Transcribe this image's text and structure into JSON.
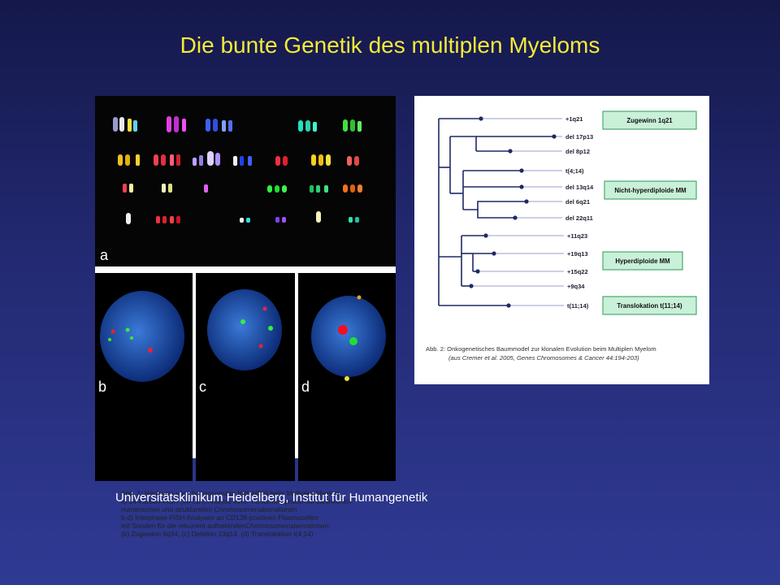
{
  "slide": {
    "title": "Die bunte Genetik des multiplen Myeloms",
    "footer": "Universitätsklinikum Heidelberg, Institut für Humangenetik"
  },
  "figure1": {
    "panel_labels": [
      "a",
      "b",
      "c",
      "d"
    ],
    "caption_lines": [
      "Abb. 1: Nachweis von chromosomaler Instabilität beim Multiplen Myelom:",
      "a) 24-Farben-FISH (MFISH) Analyse einer Tumormetaphase mit zahlreichen",
      "numerischen und strukturellen Chromosomenaberrationen",
      "b-d) Interphase-FISH Analysen an CD138-positiven Plasmazellen",
      "mit Sonden für die rekurrent auftretendenChromosomenaberrationen:",
      "(b) Zugewinn 9q34,  (c) Deletion 13q14, (d) Translokation t(4;14)"
    ]
  },
  "figure2": {
    "leaves": [
      "+1q21",
      "del 17p13",
      "del 8p12",
      "t(4;14)",
      "del 13q14",
      "del 6q21",
      "del 22q11",
      "+11q23",
      "+19q13",
      "+15q22",
      "+9q34",
      "t(11;14)"
    ],
    "boxes": [
      "Zugewinn 1q21",
      "Nicht-hyperdiploide MM",
      "Hyperdiploide MM",
      "Translokation t(11;14)"
    ],
    "caption": "Abb. 2: Onkogenetisches Baummodel zur klonalen Evolution beim Multiplen Myelom",
    "reference": "(aus Cremer et al. 2005, Genes Chromosomes & Cancer 44:194-203)",
    "colors": {
      "tree": "#1e2a66",
      "box_fill": "#c9f0d8",
      "box_border": "#2a9a55"
    }
  }
}
